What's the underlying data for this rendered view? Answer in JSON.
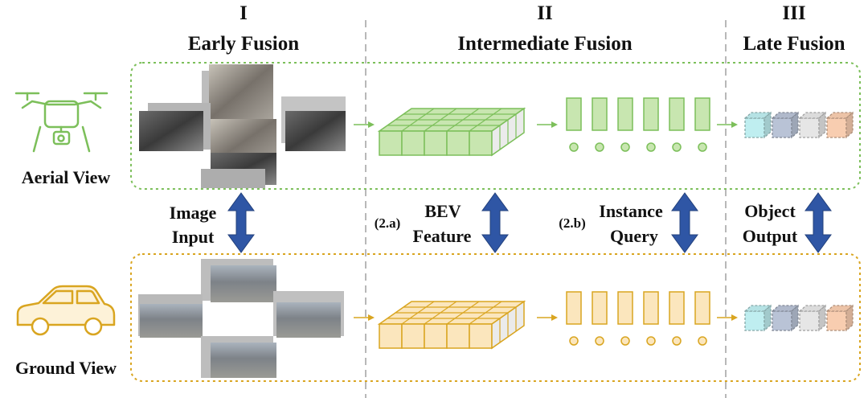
{
  "stages": [
    {
      "numeral": "I",
      "title": "Early Fusion"
    },
    {
      "numeral": "II",
      "title": "Intermediate Fusion"
    },
    {
      "numeral": "III",
      "title": "Late Fusion"
    }
  ],
  "views": {
    "aerial": {
      "label": "Aerial View",
      "color": "#7cbf5a",
      "fill": "#c8e6b0",
      "icon": "drone-icon"
    },
    "ground": {
      "label": "Ground View",
      "color": "#d9a520",
      "fill": "#fbe6bd",
      "icon": "car-icon"
    }
  },
  "connections": {
    "image": {
      "line1": "Image",
      "line2": "Input"
    },
    "bev": {
      "tag": "(2.a)",
      "line1": "BEV",
      "line2": "Feature"
    },
    "instance": {
      "tag": "(2.b)",
      "line1": "Instance",
      "line2": "Query"
    },
    "object": {
      "line1": "Object",
      "line2": "Output"
    }
  },
  "colors": {
    "arrow": "#2f56a5",
    "divider": "#b8b8b8",
    "object_boxes": [
      "#bfeef0",
      "#b9c3d6",
      "#e6e6e6",
      "#f8cdb0"
    ]
  }
}
